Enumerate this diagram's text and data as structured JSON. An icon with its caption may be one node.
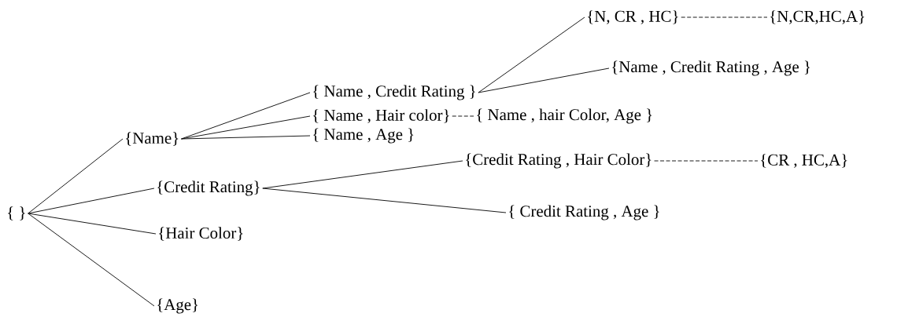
{
  "diagram": {
    "nodes": [
      {
        "text": [
          "{ }"
        ]
      },
      {
        "text": [
          "{Name}"
        ]
      },
      {
        "text": [
          "{Credit Rating}"
        ]
      },
      {
        "text": [
          "{Hair Color}"
        ]
      },
      {
        "text": [
          "{Age}"
        ]
      },
      {
        "text": [
          "{ Name , Credit Rating }"
        ]
      },
      {
        "text": [
          "{ Name , Hair color}"
        ]
      },
      {
        "text": [
          "{ Name  , Age }"
        ]
      },
      {
        "text": [
          "{Credit Rating , Hair Color}"
        ]
      },
      {
        "text": [
          "{ Credit Rating , Age }"
        ]
      },
      {
        "text": [
          "{N, CR , HC}"
        ]
      },
      {
        "text": [
          "{Name , Credit Rating , Age }"
        ]
      },
      {
        "text": [
          "{ Name , hair Color,  Age }"
        ]
      },
      {
        "text": [
          "{N,CR,HC,A}"
        ]
      },
      {
        "text": [
          "{CR , HC,A}"
        ]
      }
    ],
    "edges": [
      {
        "from": 0,
        "to": 1,
        "arrow": "none"
      },
      {
        "from": 0,
        "to": 2,
        "arrow": "none"
      },
      {
        "from": 0,
        "to": 3,
        "arrow": "none"
      },
      {
        "from": 0,
        "to": 4,
        "arrow": "none"
      },
      {
        "from": 1,
        "to": 5,
        "arrow": "none"
      },
      {
        "from": 1,
        "to": 6,
        "arrow": "none"
      },
      {
        "from": 1,
        "to": 7,
        "arrow": "none"
      },
      {
        "from": 2,
        "to": 8,
        "arrow": "none"
      },
      {
        "from": 2,
        "to": 9,
        "arrow": "none"
      },
      {
        "from": 5,
        "to": 10,
        "arrow": "none"
      },
      {
        "from": 5,
        "to": 11,
        "arrow": "none"
      },
      {
        "from": 6,
        "to": 12,
        "arrow": "none",
        "style": "dashed"
      },
      {
        "from": 8,
        "to": 14,
        "arrow": "none",
        "style": "dashed"
      },
      {
        "from": 10,
        "to": 13,
        "arrow": "none",
        "style": "dashed"
      }
    ]
  }
}
